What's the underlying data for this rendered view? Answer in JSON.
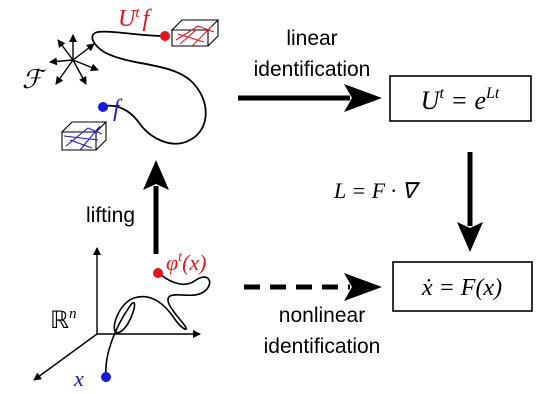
{
  "labels": {
    "linear_line1": "linear",
    "linear_line2": "identification",
    "nonlinear_line1": "nonlinear",
    "nonlinear_line2": "identification",
    "lifting": "lifting",
    "calF": "ℱ",
    "Rn_base": "ℝ",
    "Rn_exp": "n",
    "f": "f",
    "Utf_U": "U",
    "Utf_t": "t",
    "Utf_f": "f",
    "phi_base": "φ",
    "phi_t": "t",
    "phi_x": "(x)",
    "x": "x"
  },
  "boxes": {
    "koopman": {
      "lhs_U": "U",
      "lhs_t": "t",
      "eq": " = ",
      "rhs_e": "e",
      "rhs_exp": "Lt"
    },
    "dynamics": {
      "xdot": "ẋ",
      "eq": " = ",
      "rhs": "F(x)"
    }
  },
  "generator": {
    "L": "L",
    "eq": " = ",
    "F": "F",
    "dot": " · ",
    "nabla": "∇"
  },
  "colors": {
    "black": "#000000",
    "red": "#e8141b",
    "blue": "#1419e0"
  }
}
